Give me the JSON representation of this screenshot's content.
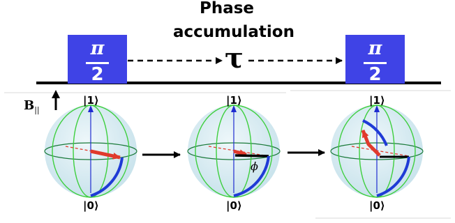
{
  "timeline": {
    "title_line1": "Phase",
    "title_line2": "accumulation",
    "pulse_numerator": "π",
    "pulse_denominator": "2",
    "delay_symbol": "τ"
  },
  "field": {
    "label": "B",
    "subscript": "||"
  },
  "spheres": [
    {
      "top_label": "|1⟩",
      "bottom_label": "|0⟩"
    },
    {
      "top_label": "|1⟩",
      "bottom_label": "|0⟩",
      "angle_label": "ϕ"
    },
    {
      "top_label": "|1⟩",
      "bottom_label": "|0⟩"
    }
  ],
  "colors": {
    "pulse": "#3f43e6",
    "state_arrow": "#e03a2c",
    "trajectory": "#1f3bd6",
    "meridians": "#3ecf3e",
    "sphere_fill": "#d6ecf2",
    "axis": "#1e2bd0",
    "phase_line": "#000000"
  }
}
